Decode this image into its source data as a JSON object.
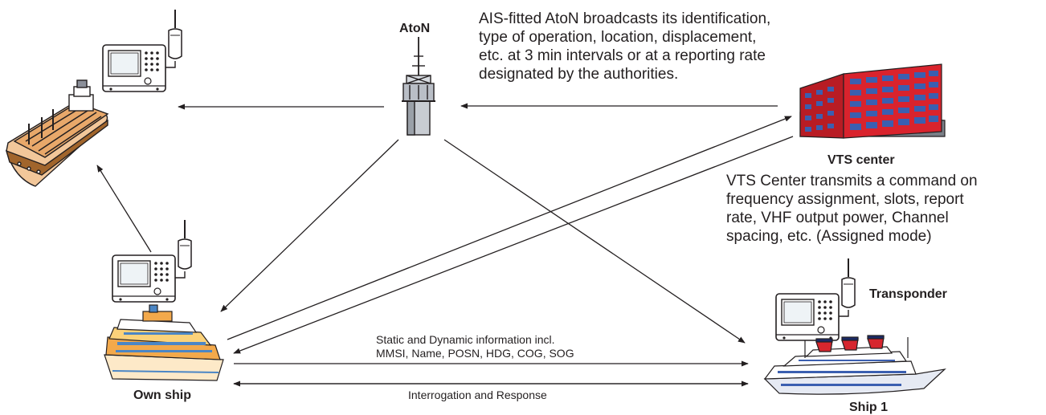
{
  "labels": {
    "aton": "AtoN",
    "vts_center": "VTS center",
    "transponder": "Transponder",
    "own_ship": "Own ship",
    "ship1": "Ship 1"
  },
  "aton_description": [
    "AIS-fitted AtoN broadcasts its identification,",
    "type of operation, location, displacement,",
    "etc. at 3 min intervals or at a reporting rate",
    "designated by the authorities."
  ],
  "vts_description": [
    "VTS Center transmits a command on",
    "frequency assignment, slots, report",
    "rate, VHF output power, Channel",
    "spacing, etc. (Assigned mode)"
  ],
  "links": {
    "static_dynamic": [
      "Static and Dynamic information incl.",
      "MMSI, Name, POSN, HDG, COG, SOG"
    ],
    "interrogation": "Interrogation and Response"
  },
  "colors": {
    "stroke": "#231f20",
    "building_red": "#d9232d",
    "window_blue": "#3b5fb0",
    "tanker_hull": "#f2c79a",
    "tanker_deck": "#e8a86a",
    "cruise_hull": "#fde9c8",
    "cruise_deck": "#f3a94b",
    "liner_hull": "#e6eaf3",
    "liner_funnel": "#d6262e"
  },
  "icons": [
    "ais-transponder-icon",
    "antenna-icon",
    "tanker-ship-icon",
    "aton-tower-icon",
    "vts-building-icon",
    "cruise-ship-icon",
    "ocean-liner-icon"
  ]
}
